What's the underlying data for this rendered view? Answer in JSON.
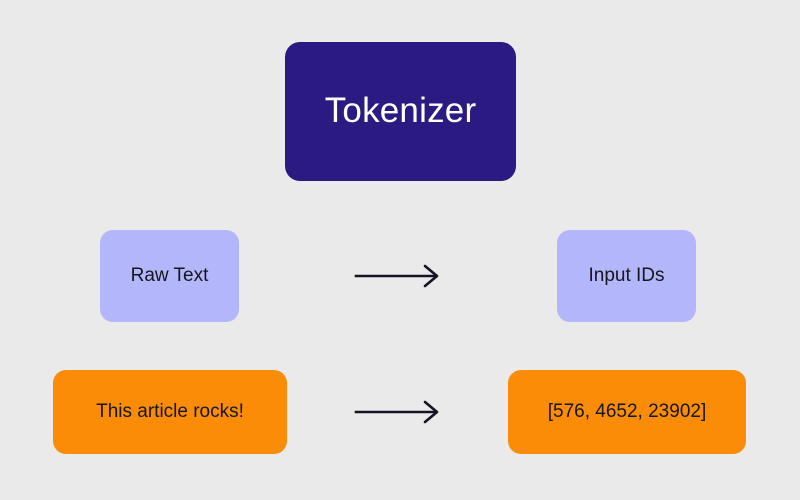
{
  "diagram": {
    "background_color": "#eaeaea",
    "title_node": {
      "label": "Tokenizer",
      "fill": "#2b1a82",
      "text_color": "#ffffff"
    },
    "concept_row": {
      "fill": "#b3b6fa",
      "text_color": "#16161d",
      "input": {
        "label": "Raw Text"
      },
      "output": {
        "label": "Input IDs"
      },
      "arrow": {
        "name": "right-arrow",
        "color": "#141427"
      }
    },
    "example_row": {
      "fill": "#fb8c08",
      "text_color": "#16161d",
      "input": {
        "label": "This article rocks!"
      },
      "output": {
        "label": "[576, 4652, 23902]"
      },
      "arrow": {
        "name": "right-arrow",
        "color": "#141427"
      }
    }
  }
}
